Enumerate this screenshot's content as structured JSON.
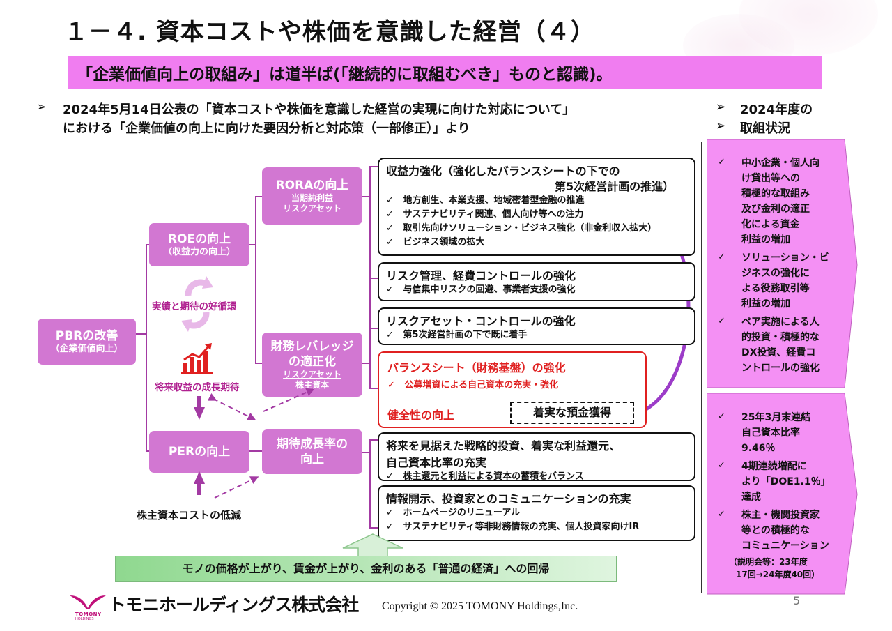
{
  "page": {
    "title": "１－４. 資本コストや株価を意識した経営（４）",
    "banner": "「企業価値向上の取組み」は道半ば(「継続的に取組むべき」ものと認識)。",
    "intro_line1": "2024年5月14日公表の「資本コストや株価を意識した経営の実現に向けた対応について」",
    "intro_line2": "における「企業価値の向上に向けた要因分析と対応策（一部修正）」より",
    "status_line1": "2024年度の",
    "status_line2": "取組状況",
    "bullet_glyph": "➢"
  },
  "tree": {
    "pbr_main": "PBRの改善",
    "pbr_sub": "（企業価値向上）",
    "roe_main": "ROEの向上",
    "roe_sub": "（収益力の向上）",
    "per_main": "PERの向上",
    "rora_main": "RORAの向上",
    "rora_num": "当期純利益",
    "rora_den": "リスクアセット",
    "lev_main1": "財務レバレッジ",
    "lev_main2": "の適正化",
    "lev_num": "リスクアセット",
    "lev_den": "株主資本",
    "growth_main1": "期待成長率の",
    "growth_main2": "向上",
    "cycle_label": "実績と期待の好循環",
    "future_label": "将来収益の成長期待",
    "cost_label": "株主資本コストの低減",
    "economy_label": "モノの価格が上がり、賃金が上がり、金利のある「普通の経済」への回帰"
  },
  "measures": {
    "check": "✓",
    "m1_title1": "収益力強化（強化したバランスシートの下での",
    "m1_title2": "第5次経営計画の推進）",
    "m1_items": [
      "地方創生、本業支援、地域密着型金融の推進",
      "サステナビリティ関連、個人向け等への注力",
      "取引先向けソリューション・ビジネス強化（非金利収入拡大）",
      "ビジネス領域の拡大"
    ],
    "m2_title": "リスク管理、経費コントロールの強化",
    "m2_items": [
      "与信集中リスクの回避、事業者支援の強化"
    ],
    "m3_title": "リスクアセット・コントロールの強化",
    "m3_items": [
      "第5次経営計画の下で既に着手"
    ],
    "m4_title": "バランスシート（財務基盤）の強化",
    "m4_items": [
      "公募増資による自己資本の充実・強化"
    ],
    "m4_health": "健全性の向上",
    "m4_deposit": "着実な預金獲得",
    "m5_title1": "将来を見据えた戦略的投資、着実な利益還元、",
    "m5_title2": "自己資本比率の充実",
    "m5_items": [
      "株主還元と利益による資本の蓄積をバランス"
    ],
    "m6_title": "情報開示、投資家とのコミュニケーションの充実",
    "m6_items": [
      "ホームページのリニューアル",
      "サステナビリティ等非財務情報の充実、個人投資家向けIR"
    ]
  },
  "status_top": [
    "中小企業・個人向け貸出等への積極的な取組み及び金利の適正化による資金利益の増加",
    "ソリューション・ビジネスの強化による役務取引等利益の増加",
    "ペア実施による人的投資・積極的なDX投資、経費コントロールの強化"
  ],
  "status_top_lines": [
    [
      "中小企業・個人向",
      "け貸出等への",
      "積極的な取組み",
      "及び金利の適正",
      "化による資金",
      "利益の増加"
    ],
    [
      "ソリューション・ビ",
      "ジネスの強化に",
      "よる役務取引等",
      "利益の増加"
    ],
    [
      "ペア実施による人",
      "的投資・積極的な",
      "DX投資、経費コ",
      "ントロールの強化"
    ]
  ],
  "status_bottom_lines": [
    [
      "25年3月末連結",
      "自己資本比率",
      "9.46％"
    ],
    [
      "4期連続増配に",
      "より「DOE1.1％」",
      "達成"
    ],
    [
      "株主・機関投資家",
      "等との積極的な",
      "コミュニケーション"
    ]
  ],
  "status_bottom_note1": "（説明会等：23年度",
  "status_bottom_note2": "17回→24年度40回）",
  "footer": {
    "company": "トモニホールディングス株式会社",
    "logo_text1": "TOMONY",
    "logo_text2": "HOLDINGS",
    "copyright": "Copyright © 2025 TOMONY Holdings,Inc.",
    "page_number": "5"
  },
  "colors": {
    "accent_pink": "#f07df0",
    "box_purple": "#d277d2",
    "line_purple": "#a33aa3",
    "red": "#e02020",
    "green": "#b4e6b4"
  }
}
